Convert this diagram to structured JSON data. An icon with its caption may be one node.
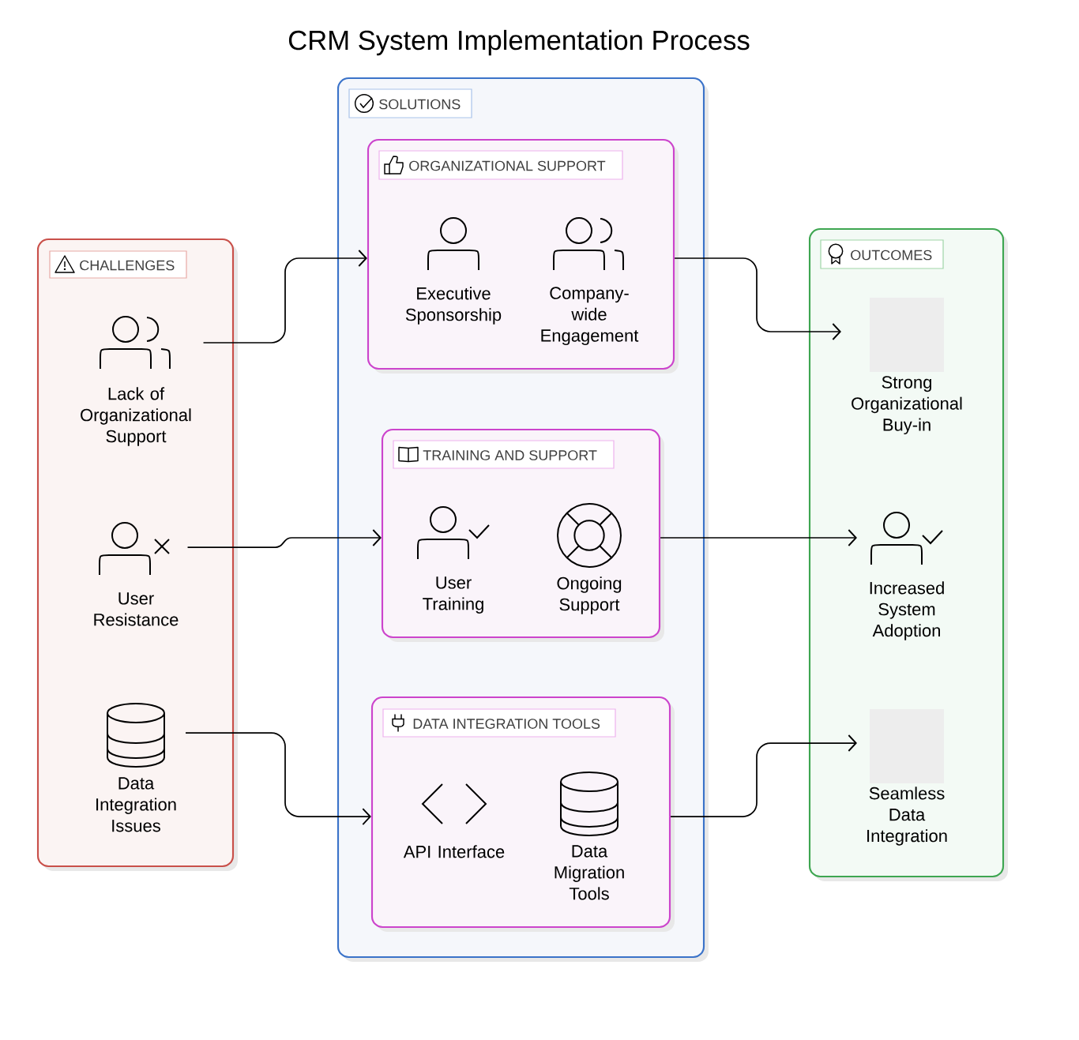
{
  "diagram": {
    "title": "CRM System Implementation Process",
    "nodes": [
      {
        "text": [
          "CHALLENGES"
        ]
      },
      {
        "text": [
          "Lack of Organizational Support"
        ],
        "in": 0
      },
      {
        "text": [
          "User Resistance"
        ],
        "in": 0
      },
      {
        "text": [
          "Data Integration Issues"
        ],
        "in": 0
      },
      {
        "text": [
          "SOLUTIONS"
        ]
      },
      {
        "text": [
          "ORGANIZATIONAL SUPPORT"
        ],
        "in": 4
      },
      {
        "text": [
          "Executive Sponsorship"
        ],
        "in": 5
      },
      {
        "text": [
          "Company-wide Engagement"
        ],
        "in": 5
      },
      {
        "text": [
          "TRAINING AND SUPPORT"
        ],
        "in": 4
      },
      {
        "text": [
          "User Training"
        ],
        "in": 8
      },
      {
        "text": [
          "Ongoing Support"
        ],
        "in": 8
      },
      {
        "text": [
          "DATA INTEGRATION TOOLS"
        ],
        "in": 4
      },
      {
        "text": [
          "API Interface"
        ],
        "in": 11
      },
      {
        "text": [
          "Data Migration Tools"
        ],
        "in": 11
      },
      {
        "text": [
          "OUTCOMES"
        ]
      },
      {
        "text": [
          "Strong Organizational Buy-in"
        ],
        "in": 14
      },
      {
        "text": [
          "Increased System Adoption"
        ],
        "in": 14
      },
      {
        "text": [
          "Seamless Data Integration"
        ],
        "in": 14
      }
    ],
    "edges": [
      {
        "from": 1,
        "to": 5,
        "arrow": "to"
      },
      {
        "from": 2,
        "to": 8,
        "arrow": "to"
      },
      {
        "from": 3,
        "to": 11,
        "arrow": "to"
      },
      {
        "from": 5,
        "to": 15,
        "arrow": "to"
      },
      {
        "from": 8,
        "to": 16,
        "arrow": "to"
      },
      {
        "from": 11,
        "to": 17,
        "arrow": "to"
      }
    ]
  }
}
